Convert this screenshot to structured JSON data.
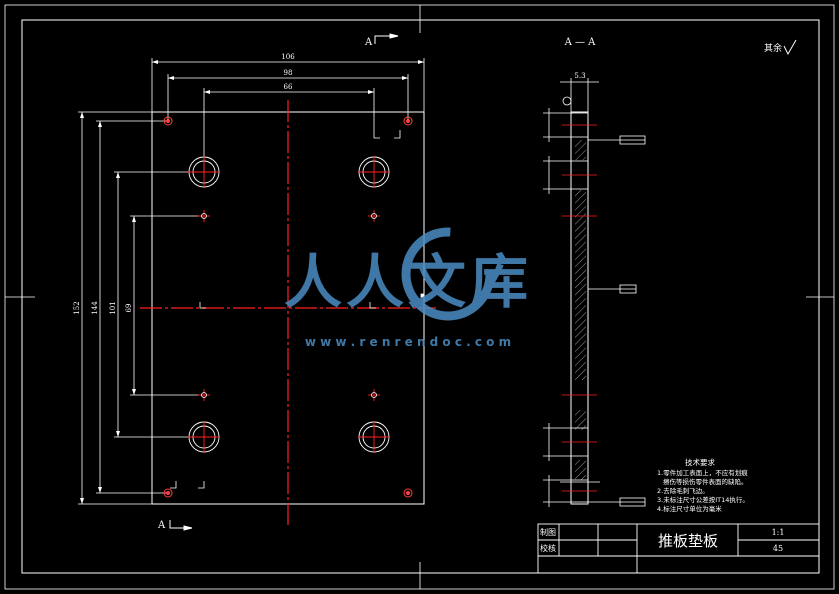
{
  "section_labels": {
    "top_left_marker": "A",
    "bottom_left_marker": "A",
    "section_title": "A — A",
    "surface_finish": "其余"
  },
  "dimensions": {
    "top_overall_width": "106",
    "top_mid_width": "98",
    "top_inner_width": "66",
    "left_overall_height": "152",
    "left_h2": "144",
    "left_h3": "101",
    "left_h4": "69",
    "section_thickness": "5.3"
  },
  "watermark": {
    "brand": "人人文库",
    "url": "w w w . r e n r e n d o c . c o m"
  },
  "tech_requirements": {
    "title": "技术要求",
    "lines": [
      "1.零件加工表面上，不应有划痕",
      "擦伤等损伤零件表面的缺陷。",
      "2.去除毛刺飞边。",
      "3.未标注尺寸公差按IT14执行。",
      "4.标注尺寸单位为毫米"
    ]
  },
  "title_block": {
    "label_drawn": "制图",
    "label_check": "校核",
    "part_name": "推板垫板",
    "scale": "1:1",
    "material": "45"
  },
  "colors": {
    "background": "#000000",
    "lines": "#ffffff",
    "centerline": "#ff2020",
    "watermark": "#4a8ec4"
  }
}
